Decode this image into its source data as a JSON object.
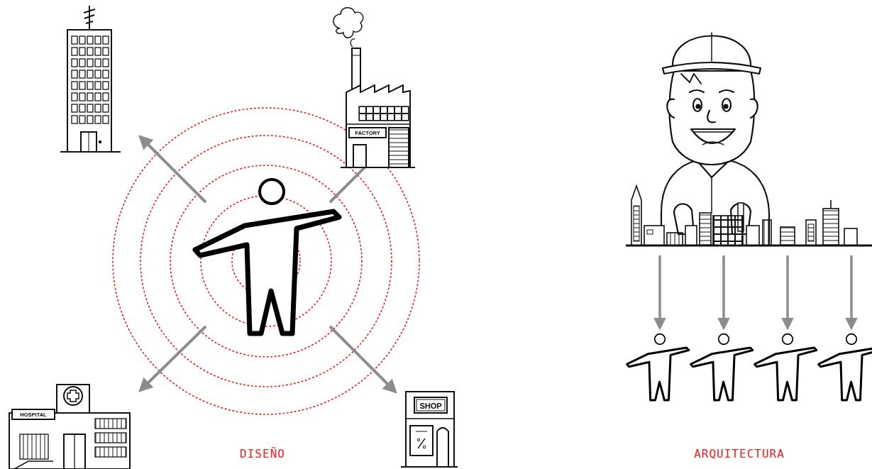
{
  "diagram": {
    "labels": [
      "FACTORY",
      "HOSPITAL",
      "SHOP",
      "DISEÑO",
      "ARQUITECTURA"
    ]
  }
}
